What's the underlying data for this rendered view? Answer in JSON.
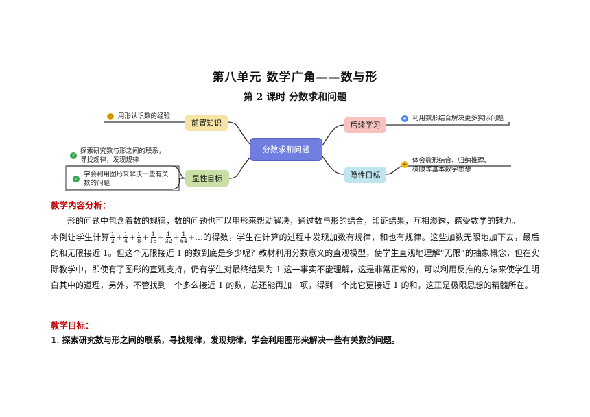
{
  "title": "第八单元  数学广角——数与形",
  "subtitle": "第 2 课时  分数求和问题",
  "mindmap": {
    "center": "分数求和问题",
    "left_top": {
      "label": "前置知识",
      "leaves": [
        "用形认识数的经验"
      ]
    },
    "left_bottom": {
      "label": "显性目标",
      "leaves": [
        "探索研究数与形之间的联系，\n寻找规律，发现规律",
        "学会利用图形来解决一些有关\n数的问题"
      ]
    },
    "right_top": {
      "label": "后续学习",
      "leaves": [
        "利用数形结合解决更多实际问题"
      ]
    },
    "right_bottom": {
      "label": "隐性目标",
      "leaves": [
        "体会数形结合、归纳推理、\n极限等基本数学思想"
      ]
    },
    "colors": {
      "center": "#6f7ee0",
      "qianzhi": "#f6e3a6",
      "xianxing": "#c8e0a6",
      "houxu": "#f6c3c0",
      "yinxing": "#bfe6ef",
      "line": "#333333"
    }
  },
  "section1": {
    "heading": "教学内容分析：",
    "p1": "形的问题中包含着数的规律，数的问题也可以用形来帮助解决，通过数与形的结合，印证结果，互相渗透，感受数学的魅力。",
    "p2_pre": "本例让学生计算",
    "fractions": [
      [
        "1",
        "2"
      ],
      [
        "1",
        "4"
      ],
      [
        "1",
        "8"
      ],
      [
        "1",
        "16"
      ],
      [
        "1",
        "32"
      ],
      [
        "1",
        "64"
      ]
    ],
    "p2_post": "…的得数，学生在计算的过程中发现加数有规律，和也有规律。这些加数无限地加下去，最后的和无限接近 1。但这个无限接近 1 的数到底是多少呢？教材利用分数意义的直观模型，使学生直观地理解“无限”的抽象概念，但在实际教学中，即使有了图形的直观支持，仍有学生对最终结果为 1 这一事实不能理解，这是非常正常的，可以利用反推的方法来使学生明白其中的道理，另外，不管找到一个多么接近 1 的数，总还能再加一项，得到一个比它更接近 1 的和，这正是极限思想的精髓所在。"
  },
  "section2": {
    "heading": "教学目标：",
    "item1": "1.  探索研究数与形之间的联系，寻找规律，发现规律，学会利用图形来解决一些有关数的问题。"
  },
  "icons": {
    "smile": "smile-icon",
    "check": "check-icon",
    "star": "star-icon",
    "bulb": "bulb-icon"
  }
}
